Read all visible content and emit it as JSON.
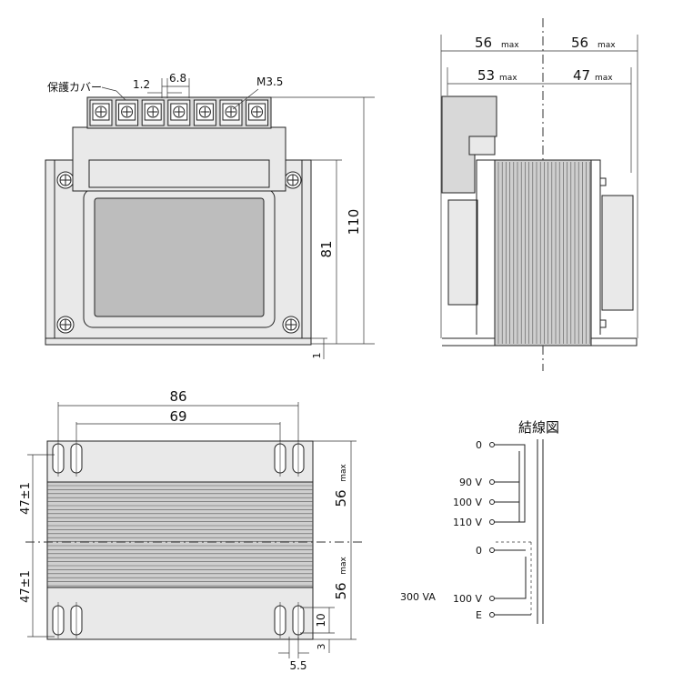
{
  "front_view": {
    "cover_label": "保護カバー",
    "terminal_pitch": "6.8",
    "terminal_gap": "1.2",
    "screw_size": "M3.5",
    "height_total": "110",
    "height_core": "81",
    "base_offset": "1",
    "terminal_count": 7
  },
  "side_view": {
    "depth_left_outer": "56",
    "depth_right_outer": "56",
    "depth_left_inner": "53",
    "depth_right_inner": "47",
    "max_suffix": "max"
  },
  "bottom_view": {
    "width_outer": "86",
    "width_inner": "69",
    "offset_upper": "47±1",
    "offset_lower": "47±1",
    "depth_upper": "56",
    "depth_lower": "56",
    "max_suffix": "max",
    "slot_height": "10",
    "edge_offset": "3",
    "slot_width": "5.5"
  },
  "wiring_diagram": {
    "title": "結線図",
    "primary_terminals": [
      "0",
      "90 V",
      "100 V",
      "110 V"
    ],
    "secondary_terminals": [
      "0",
      "100 V",
      "E"
    ],
    "rating": "300 VA"
  }
}
